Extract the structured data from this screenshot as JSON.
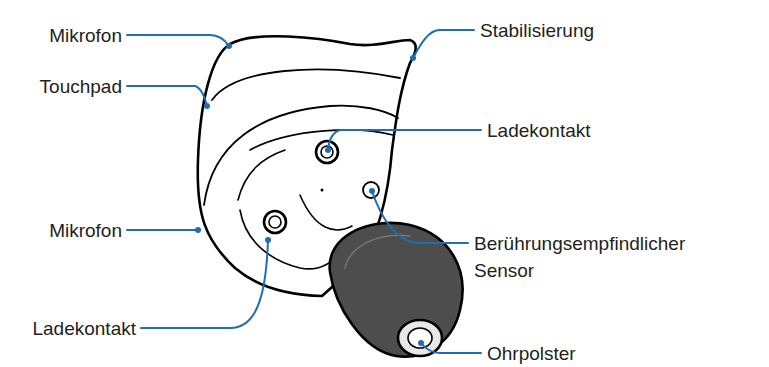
{
  "diagram": {
    "labels": [
      "Mikrofon",
      "Touchpad",
      "Mikrofon",
      "Ladekontakt",
      "Stabilisierung",
      "Ladekontakt",
      "Berührungsempfindlicher Sensor",
      "Ohrpolster"
    ]
  }
}
